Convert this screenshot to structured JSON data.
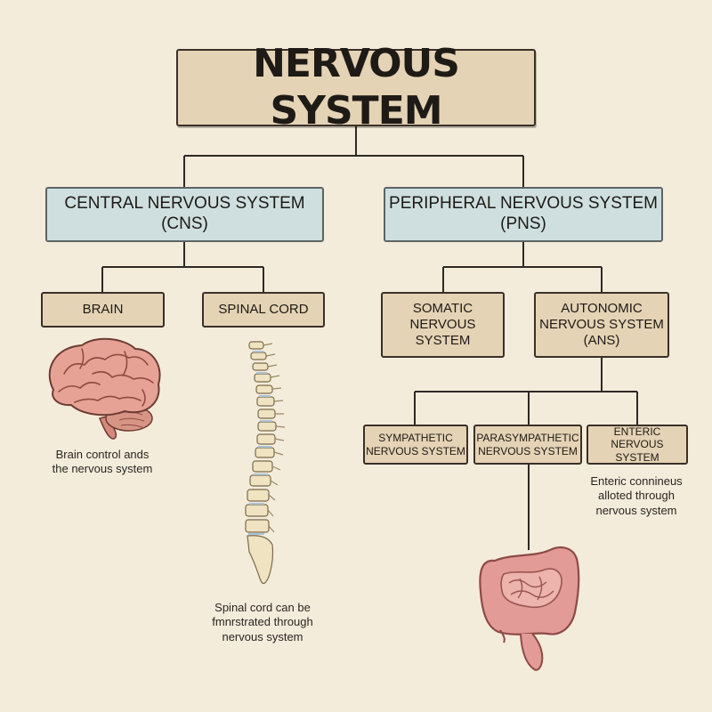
{
  "title": "NERVOUS SYSTEM",
  "cns": {
    "line1": "CENTRAL NERVOUS SYSTEM",
    "line2": "(CNS)"
  },
  "pns": {
    "line1": "PERIPHERAL NERVOUS SYSTEM",
    "line2": "(PNS)"
  },
  "brain": {
    "label": "BRAIN",
    "caption": [
      "Brain control ands",
      "the nervous system"
    ]
  },
  "spinal_cord": {
    "label": "SPINAL CORD",
    "caption": [
      "Spinal cord can be",
      "fmnrstrated through",
      "nervous system"
    ]
  },
  "somatic": {
    "lines": [
      "SOMATIC",
      "NERVOUS",
      "SYSTEM"
    ]
  },
  "autonomic": {
    "lines": [
      "AUTONOMIC",
      "NERVOUS SYSTEM",
      "(ANS)"
    ]
  },
  "sympathetic": {
    "lines": [
      "SYMPATHETIC",
      "NERVOUS SYSTEM"
    ]
  },
  "parasympathetic": {
    "lines": [
      "PARASYMPATHETIC",
      "NERVOUS SYSTEM"
    ]
  },
  "enteric": {
    "lines": [
      "ENTERIC",
      "NERVOUS SYSTEM"
    ],
    "caption": [
      "Enteric conninеus",
      "alloted through",
      "nervous system"
    ]
  },
  "colors": {
    "background": "#f4ecdb",
    "tan_box": "#e5d3b5",
    "blue_box": "#cfdfe0",
    "line": "#2e2924",
    "organ": "#e39b97"
  }
}
